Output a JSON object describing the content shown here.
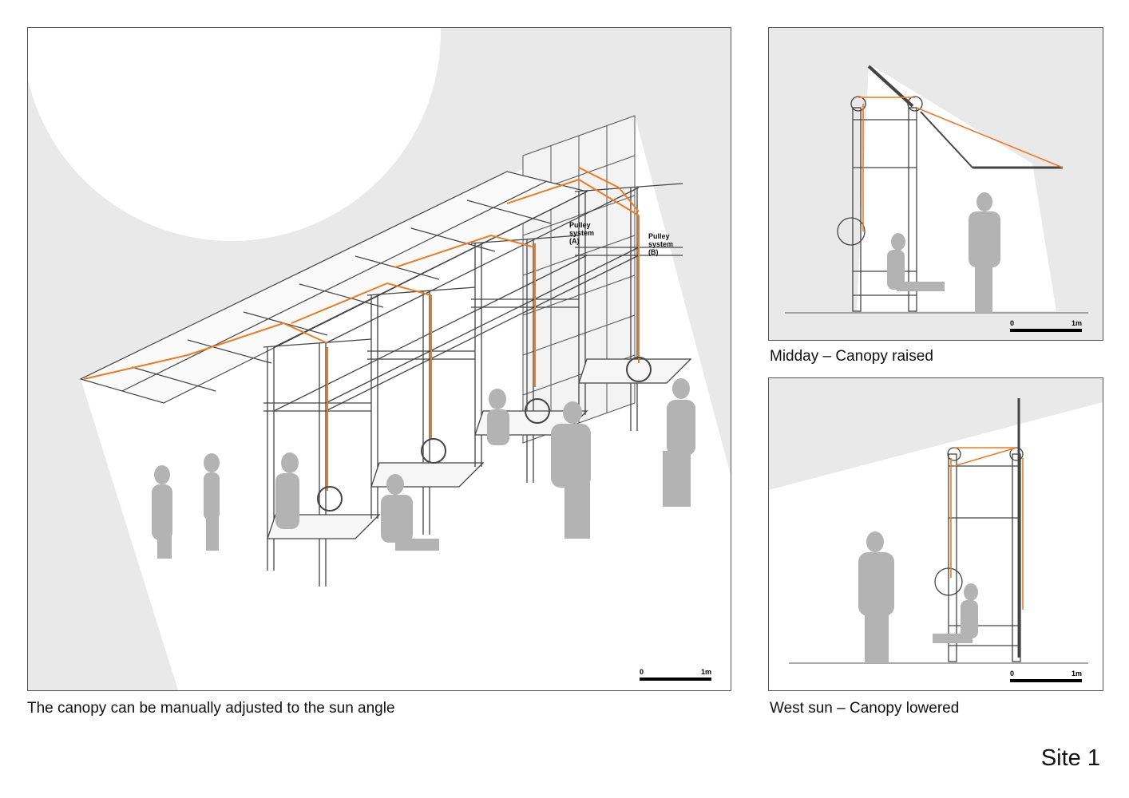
{
  "main": {
    "caption": "The canopy can be manually adjusted to the sun angle",
    "labels": {
      "pulley_a": "Pulley system (A)",
      "pulley_b": "Pulley system (B)"
    },
    "scale": {
      "start": "0",
      "end": "1m"
    }
  },
  "midday": {
    "caption": "Midday – Canopy raised",
    "scale": {
      "start": "0",
      "end": "1m"
    }
  },
  "west": {
    "caption": "West sun – Canopy lowered",
    "scale": {
      "start": "0",
      "end": "1m"
    }
  },
  "site_label": "Site 1",
  "colors": {
    "cable": "#f07a22",
    "silhouette": "#b3b3b3",
    "background": "#e9e9e9",
    "structure": "#444444"
  }
}
